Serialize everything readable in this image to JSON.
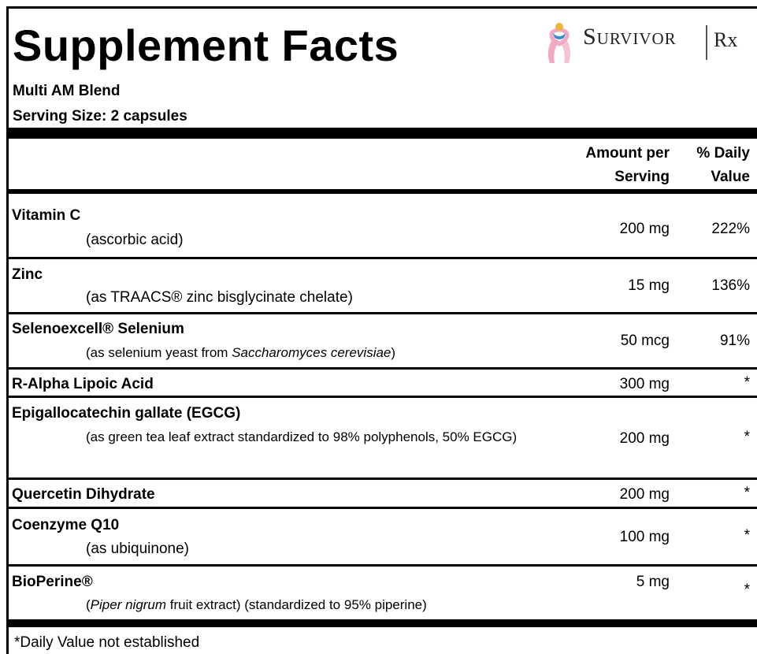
{
  "header": {
    "title": "Supplement Facts",
    "product": "Multi AM Blend",
    "serving": "Serving Size: 2 capsules",
    "logo": {
      "word_main": "Survivor",
      "word_rx": "Rx"
    }
  },
  "columns": {
    "amount": "Amount per Serving",
    "amount_1": "Amount per",
    "amount_2": "Serving",
    "dv_1": "% Daily",
    "dv_2": "Value"
  },
  "rows": [
    {
      "name": "Vitamin C",
      "desc": "(ascorbic acid)",
      "amount": "200 mg",
      "dv": "222%"
    },
    {
      "name": "Zinc",
      "desc": "(as TRAACS® zinc bisglycinate chelate)",
      "amount": "15 mg",
      "dv": "136%"
    },
    {
      "name": "Selenoexcell® Selenium",
      "desc_a": "(as selenium yeast from ",
      "desc_i": "Saccharomyces cerevisiae",
      "desc_b": ")",
      "amount": "50 mcg",
      "dv": "91%"
    },
    {
      "name": "R-Alpha Lipoic Acid",
      "amount": "300 mg",
      "dv": "*"
    },
    {
      "name": "Epigallocatechin gallate (EGCG)",
      "desc": "(as green tea leaf extract standardized to 98% polyphenols, 50% EGCG)",
      "amount": "200 mg",
      "dv": "*"
    },
    {
      "name": "Quercetin Dihydrate",
      "amount": "200 mg",
      "dv": "*"
    },
    {
      "name": "Coenzyme Q10",
      "desc": "(as ubiquinone)",
      "amount": "100 mg",
      "dv": "*"
    },
    {
      "name": "BioPerine®",
      "desc_a": "(",
      "desc_i": "Piper nigrum",
      "desc_b": " fruit extract) (standardized to 95% piperine)",
      "amount": "5 mg",
      "dv": "*"
    }
  ],
  "footnote": "*Daily Value not established",
  "colors": {
    "ribbon_pink": "#f2a9c4",
    "ribbon_gold": "#f0b43c",
    "figure_blue": "#3b8ec8",
    "text": "#000000"
  },
  "icons": {
    "logo": "ribbon-person-icon"
  }
}
